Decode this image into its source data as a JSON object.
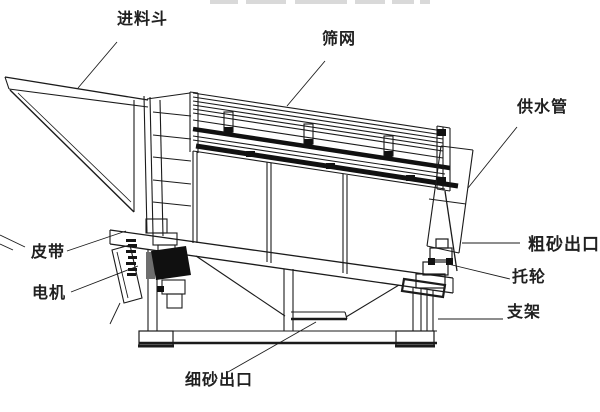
{
  "diagram": {
    "description": "technical line drawing, side view of an inclined drum sand-screening machine with callout labels",
    "background": "#ffffff",
    "line_color": "#1b1b1b",
    "label_color": "#202020",
    "labels": {
      "feed_hopper": "进料斗",
      "screen_mesh": "筛网",
      "water_pipe": "供水管",
      "coarse_sand_outlet": "粗砂出口",
      "support_roller": "托轮",
      "stand": "支架",
      "belt": "皮带",
      "motor": "电机",
      "fine_sand_outlet": "细砂出口"
    }
  }
}
